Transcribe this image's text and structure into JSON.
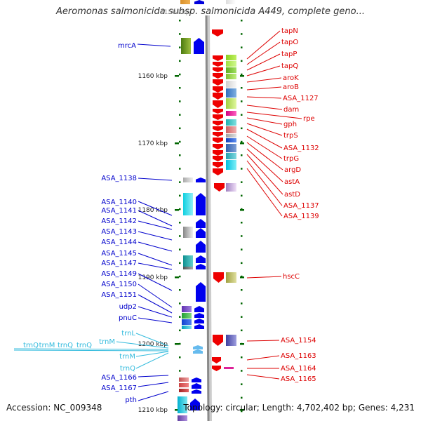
{
  "title": "Aeromonas salmonicida subsp. salmonicida A449, complete geno...",
  "top_clipped_label": "1150 kbp",
  "accession": "Accession: NC_009348",
  "topology": "Topology: circular; Length: 4,702,402 bp; Genes: 4,231",
  "colors": {
    "forward_label": "#0000cc",
    "reverse_label": "#dd0000",
    "rna_label": "#33bbdd",
    "tick": "#006600",
    "backbone": "#999999"
  },
  "kbp_ticks": [
    "1160 kbp",
    "1170 kbp",
    "1180 kbp",
    "1190 kbp",
    "1200 kbp",
    "1210 kbp"
  ],
  "forward_genes": [
    "mrcA",
    "ASA_1138",
    "ASA_1140",
    "ASA_1141",
    "ASA_1142",
    "ASA_1143",
    "ASA_1144",
    "ASA_1145",
    "ASA_1147",
    "ASA_1149",
    "ASA_1150",
    "ASA_1151",
    "udp2",
    "pnuC",
    "ASA_1166",
    "ASA_1167",
    "pth"
  ],
  "rna_genes": [
    "trnL",
    "trnM",
    "trnQ",
    "trnM",
    "trnQ",
    "trnQ",
    "trnM",
    "trnQ"
  ],
  "reverse_genes": [
    "tapN",
    "tapO",
    "tapP",
    "tapQ",
    "aroK",
    "aroB",
    "ASA_1127",
    "dam",
    "rpe",
    "gph",
    "trpS",
    "ASA_1132",
    "trpG",
    "argD",
    "astA",
    "astD",
    "ASA_1137",
    "ASA_1139",
    "hscC",
    "ASA_1154",
    "ASA_1163",
    "ASA_1164",
    "ASA_1165"
  ]
}
